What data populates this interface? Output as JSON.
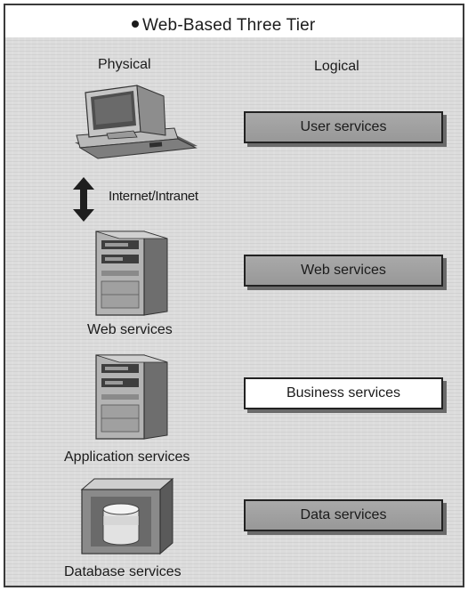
{
  "title": "Web-Based Three Tier",
  "headers": {
    "physical": "Physical",
    "logical": "Logical"
  },
  "physical": {
    "link_label": "Internet/Intranet",
    "web_label": "Web services",
    "app_label": "Application services",
    "db_label": "Database services"
  },
  "logical": {
    "user": "User services",
    "web": "Web services",
    "business": "Business services",
    "data": "Data services"
  },
  "colors": {
    "box_grey": "#a0a0a0",
    "box_highlight": "#ffffff",
    "border": "#222222"
  }
}
